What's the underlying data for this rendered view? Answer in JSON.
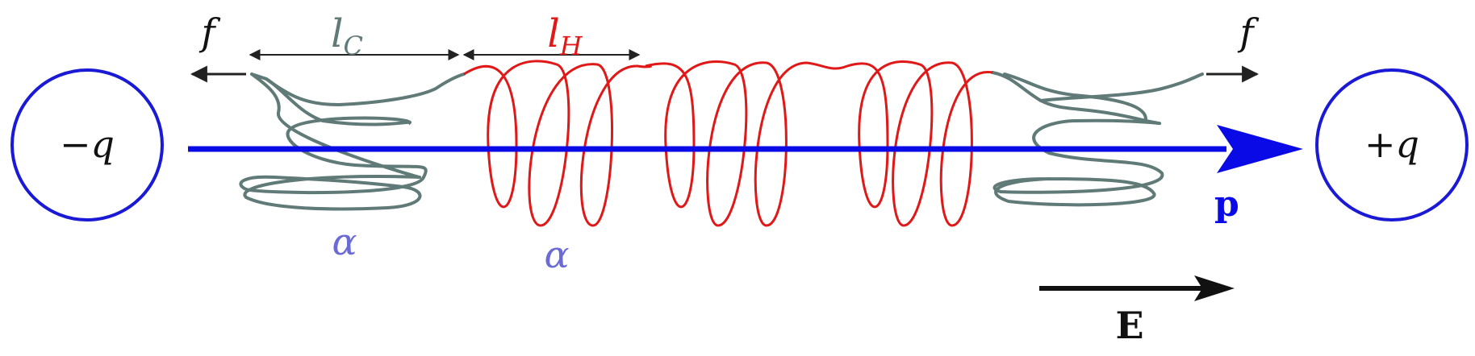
{
  "labels": {
    "neg_charge": "−q",
    "pos_charge": "+q",
    "force_left": "f",
    "force_right": "f",
    "coil_length_base": "l",
    "coil_length_sub": "C",
    "helix_length_base": "l",
    "helix_length_sub": "H",
    "alpha_coil": "α",
    "alpha_helix": "α",
    "dipole": "p",
    "field": "E"
  },
  "colors": {
    "charge_circle": "#1a1ad6",
    "dipole_arrow": "#0a0ae6",
    "coil": "#5f7a77",
    "helix": "#e01818",
    "alpha": "#6b6bd8",
    "dimension": "#222222",
    "text": "#111111"
  }
}
